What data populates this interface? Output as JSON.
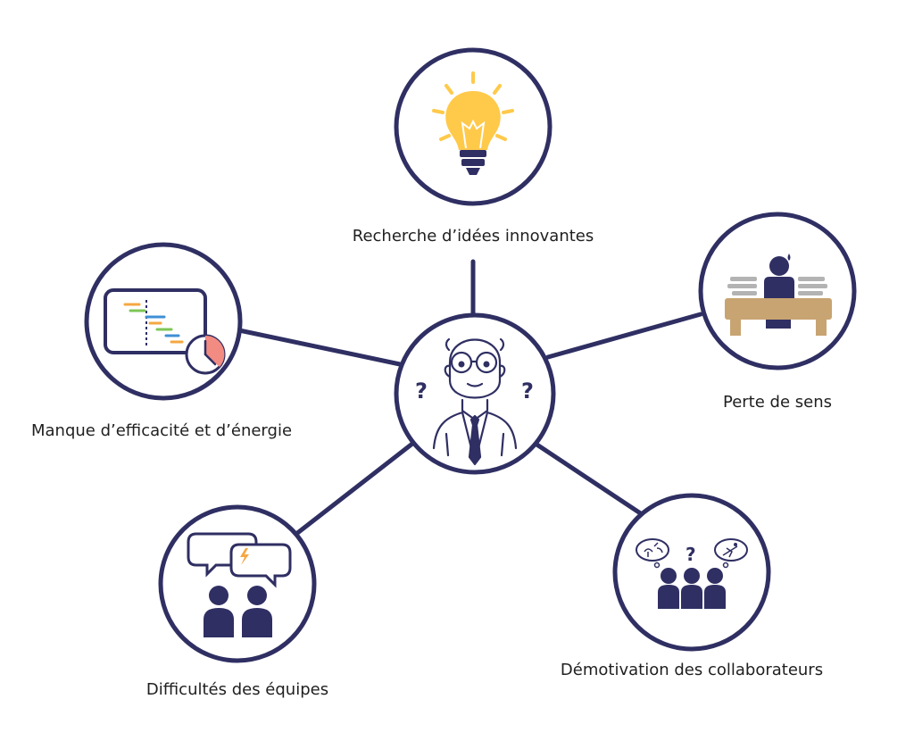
{
  "colors": {
    "navy": "#2f2f63",
    "bulb": "#ffc94a",
    "desk": "#c8a472",
    "paper": "#b3b3b3",
    "clock": "#f28b82",
    "orange": "#f5a742",
    "green": "#7ec657",
    "blue": "#3f8fd4"
  },
  "center": {
    "icon": "confused-man-icon",
    "marks": [
      "?",
      "?"
    ]
  },
  "nodes": [
    {
      "id": "ideas",
      "label": "Recherche d’idées innovantes",
      "icon": "lightbulb-icon"
    },
    {
      "id": "sens",
      "label": "Perte de sens",
      "icon": "desk-worker-icon"
    },
    {
      "id": "efficacite",
      "label": "Manque d’efficacité et d’énergie",
      "icon": "gantt-clock-icon"
    },
    {
      "id": "equipes",
      "label": "Difficultés des équipes",
      "icon": "team-conflict-icon"
    },
    {
      "id": "demotivation",
      "label": "Démotivation des collaborateurs",
      "icon": "daydreaming-team-icon"
    }
  ],
  "demotivation_mark": "?"
}
